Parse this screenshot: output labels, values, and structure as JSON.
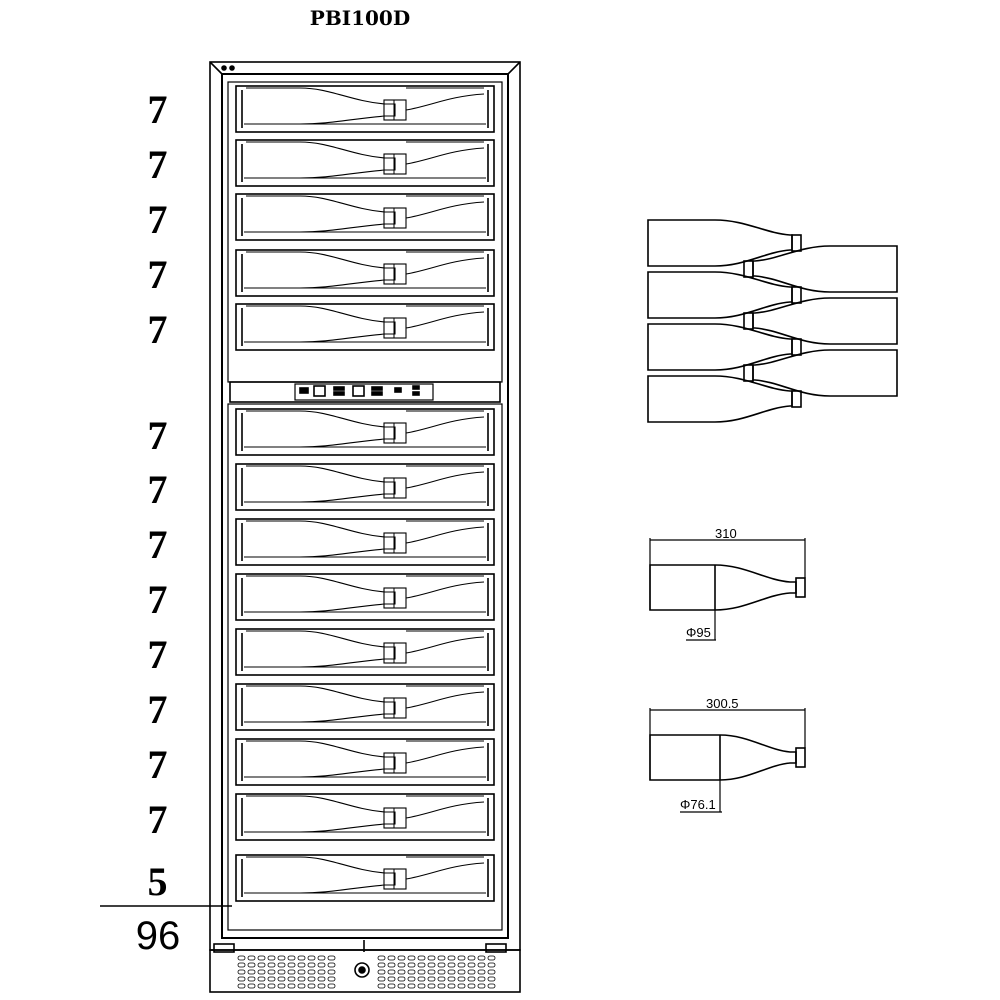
{
  "model": "PBI100D",
  "upper_zone": {
    "shelf_counts": [
      "7",
      "7",
      "7",
      "7",
      "7"
    ]
  },
  "lower_zone": {
    "shelf_counts": [
      "7",
      "7",
      "7",
      "7",
      "7",
      "7",
      "7",
      "7",
      "5"
    ]
  },
  "total_bottles": "96",
  "bottle_specs": [
    {
      "length": "310",
      "diameter": "Φ95"
    },
    {
      "length": "300.5",
      "diameter": "Φ76.1"
    }
  ]
}
